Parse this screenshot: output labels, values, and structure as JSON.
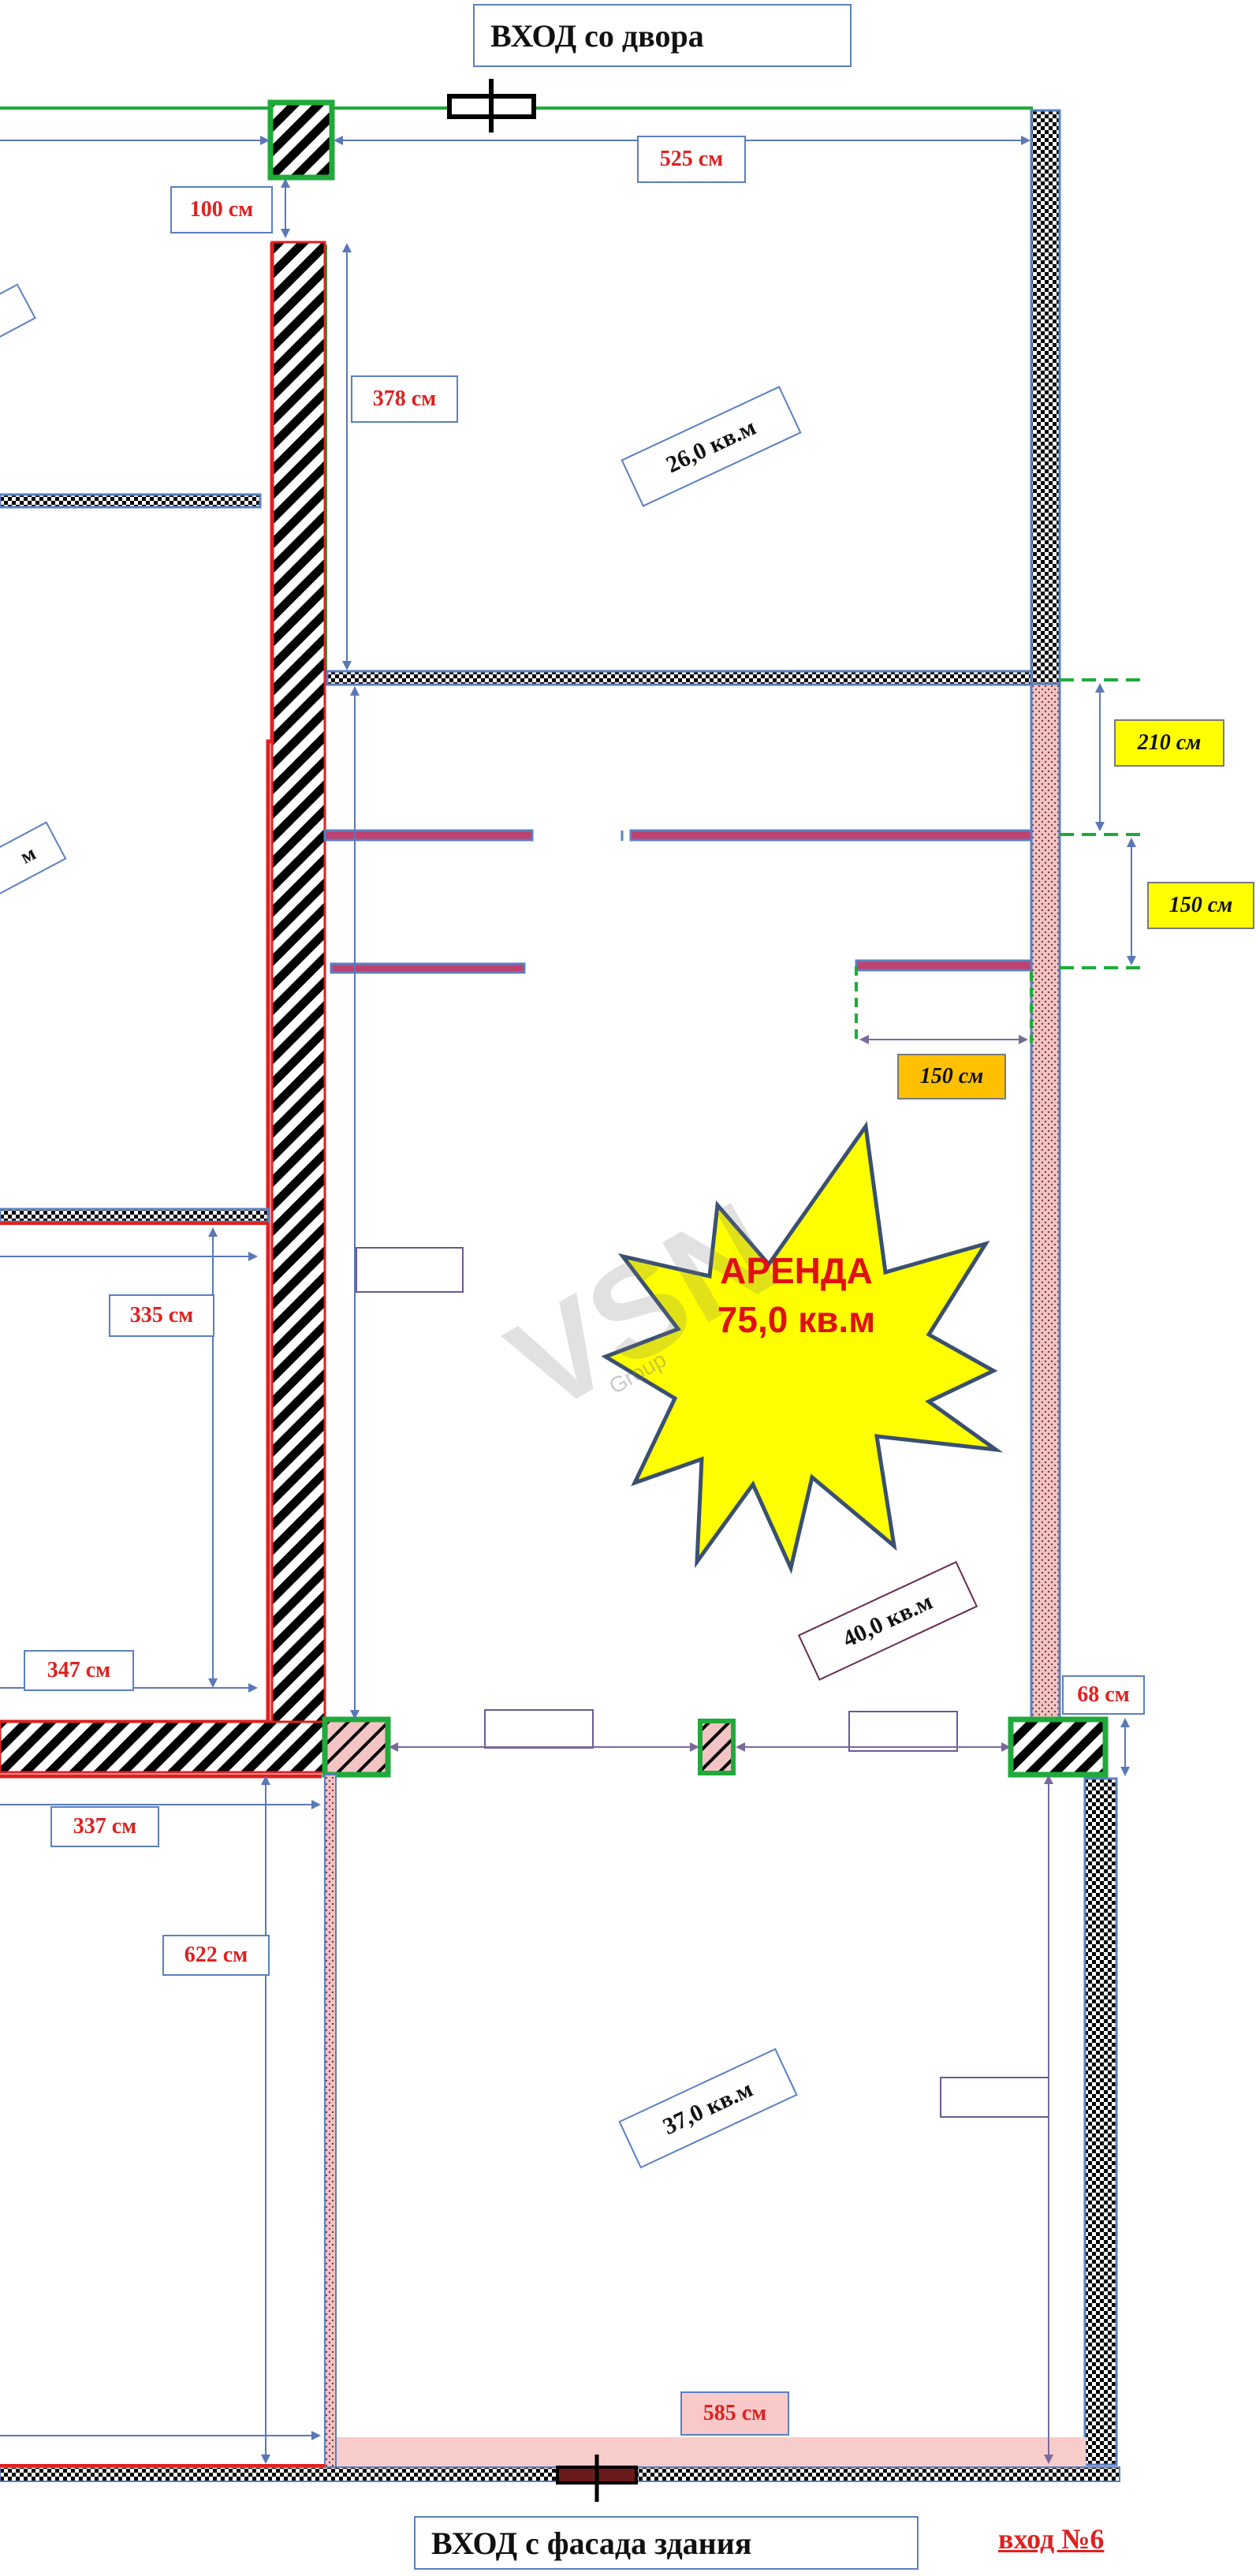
{
  "entrances": {
    "top": "ВХОД со двора",
    "bottom": "ВХОД с фасада здания",
    "number": "вход №6"
  },
  "dimensions": {
    "d525": "525 см",
    "d100": "100 см",
    "d378": "378 см",
    "d210": "210 см",
    "d150a": "150 см",
    "d150b": "150 см",
    "d335": "335 см",
    "d347": "347 см",
    "d337": "337 см",
    "d68": "68 см",
    "d622": "622 см",
    "d585": "585 см"
  },
  "areas": {
    "room1": "26,0  кв.м",
    "room2": "40,0  кв.м",
    "room3": "37,0  кв.м",
    "left_top_fragment": "",
    "left_mid_fragment": "м"
  },
  "highlight": {
    "line1": "АРЕНДА",
    "line2": "75,0 кв.м"
  },
  "watermark": {
    "mark": "VSN",
    "sub": "Group"
  },
  "colors": {
    "wall_outline": "#5b80c0",
    "red_line": "#e02020",
    "green_line": "#1faa3a",
    "star_fill": "#ffff00",
    "star_stroke": "#3a5070",
    "pink_fill": "#f3c4c4",
    "dimension_line": "#5a78b8"
  }
}
